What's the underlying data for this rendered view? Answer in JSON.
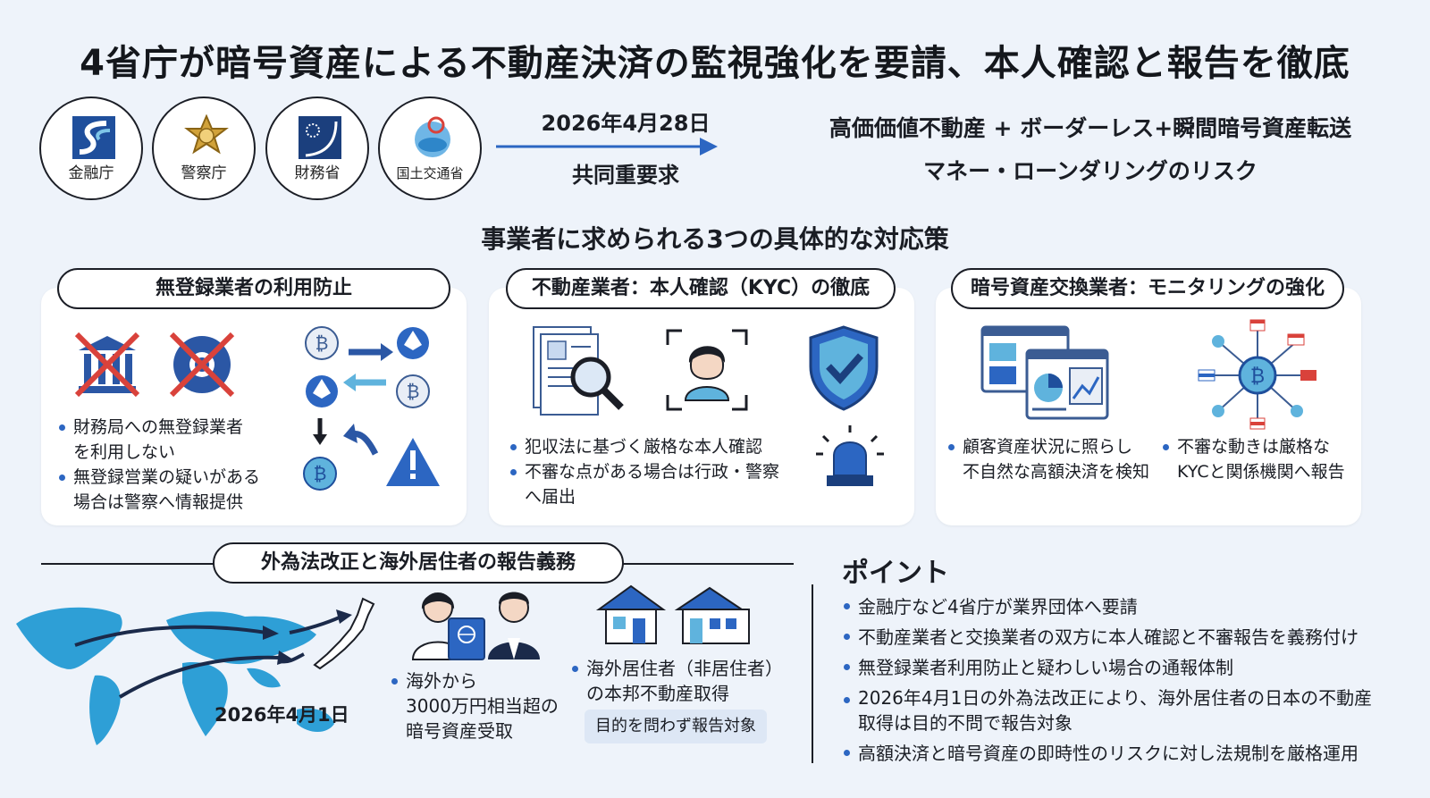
{
  "title": "4省庁が暗号資産による不動産決済の監視強化を要請、本人確認と報告を徹底",
  "agencies": [
    {
      "name": "金融庁"
    },
    {
      "name": "警察庁"
    },
    {
      "name": "財務省"
    },
    {
      "name": "国土交通省"
    }
  ],
  "request": {
    "date": "2026年4月28日",
    "label": "共同重要求"
  },
  "risk": {
    "line1": "高価価値不動産 + ボーダーレス+瞬間暗号資産転送",
    "line2": "マネー・ローンダリングのリスク"
  },
  "measures_title": "事業者に求められる3つの具体的な対応策",
  "cards": [
    {
      "title": "無登録業者の利用防止",
      "bullets": [
        "財務局への無登録業者\nを利用しない",
        "無登録営業の疑いがある\n場合は警察へ情報提供"
      ]
    },
    {
      "title": "不動産業者：本人確認（KYC）の徹底",
      "bullets": [
        "犯収法に基づく厳格な本人確認",
        "不審な点がある場合は行政・警察\nへ届出"
      ]
    },
    {
      "title": "暗号資産交換業者：モニタリングの強化",
      "bullets": [
        "顧客資産状況に照らし\n不自然な高額決済を検知",
        "不審な動きは厳格な\nKYCと関係機関へ報告"
      ]
    }
  ],
  "forex": {
    "title": "外為法改正と海外居住者の報告義務",
    "map_date": "2026年4月1日",
    "bullet_crypto": "海外から\n3000万円相当超の\n暗号資産受取",
    "bullet_realestate": "海外居住者（非居住者）\nの本邦不動産取得",
    "badge": "目的を問わず報告対象"
  },
  "points": {
    "title": "ポイント",
    "items": [
      "金融庁など4省庁が業界団体へ要請",
      "不動産業者と交換業者の双方に本人確認と不審報告を義務付け",
      "無登録業者利用防止と疑わしい場合の通報体制",
      "2026年4月1日の外為法改正により、海外居住者の日本の不動産\n取得は目的不問で報告対象",
      "高額決済と暗号資産の即時性のリスクに対し法規制を厳格運用"
    ]
  },
  "colors": {
    "accent": "#2c66c2",
    "dark": "#1b1e26",
    "alert": "#d9423b",
    "map": "#2e9fd6"
  }
}
